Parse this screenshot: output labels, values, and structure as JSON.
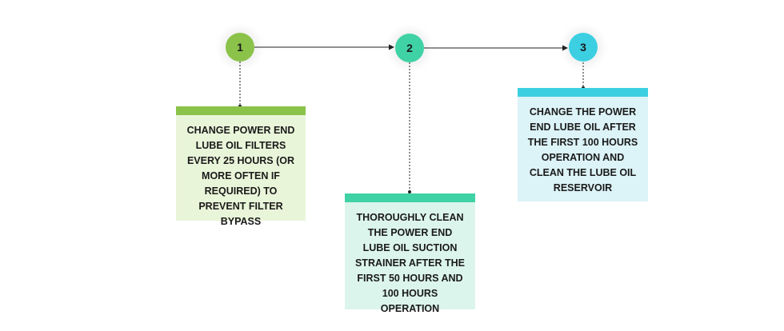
{
  "colors": {
    "step1_accent": "#8bc34a",
    "step1_card_bg": "#e9f5d9",
    "step2_accent": "#3fd2a4",
    "step2_card_bg": "#dcf5ec",
    "step3_accent": "#3ccfe2",
    "step3_card_bg": "#dcf3f7",
    "connector": "#222222"
  },
  "steps": [
    {
      "number": "1",
      "text": "CHANGE POWER END LUBE OIL FILTERS EVERY 25 HOURS (OR MORE OFTEN IF REQUIRED) TO PREVENT FILTER BYPASS"
    },
    {
      "number": "2",
      "text": "THOROUGHLY CLEAN THE POWER END LUBE OIL SUCTION STRAINER AFTER THE FIRST 50 HOURS AND 100 HOURS OPERATION"
    },
    {
      "number": "3",
      "text": "CHANGE THE POWER END LUBE OIL AFTER THE FIRST 100 HOURS OPERATION AND CLEAN THE LUBE OIL RESERVOIR"
    }
  ]
}
